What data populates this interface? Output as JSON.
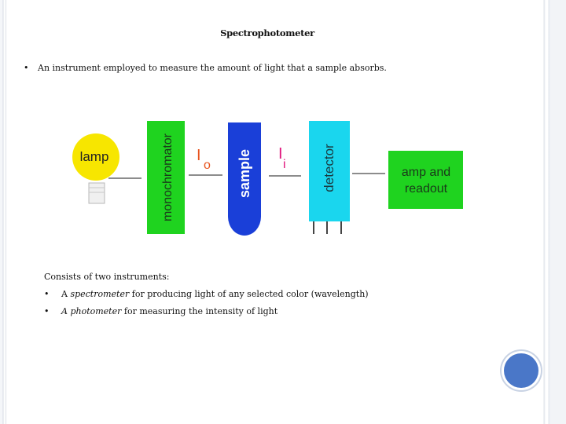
{
  "slide": {
    "title": "Spectrophotometer",
    "bullet_mark": "•",
    "bullet1": "An instrument employed to measure the amount of light that a sample absorbs.",
    "consists": "Consists of two instruments:",
    "items": [
      {
        "term": "spectrometer",
        "prefix": "A ",
        "rest": " for producing light of any selected color (wavelength)"
      },
      {
        "term": "A photometer",
        "prefix": "",
        "rest": " for measuring the intensity of light"
      }
    ]
  },
  "diagram": {
    "lamp": "lamp",
    "monochromator": "monochromator",
    "io_main": "I",
    "io_sub": "o",
    "sample": "sample",
    "ii_main": "I",
    "ii_sub": "i",
    "detector": "detector",
    "amp_line1": "amp and",
    "amp_line2": "readout"
  },
  "colors": {
    "lamp_yellow": "#f7e600",
    "green": "#1fd31f",
    "blue": "#1a3fd8",
    "cyan": "#1ad6ee",
    "io_label": "#e8551f",
    "ii_label": "#e0157c",
    "accent_circle": "#4a77c8"
  }
}
